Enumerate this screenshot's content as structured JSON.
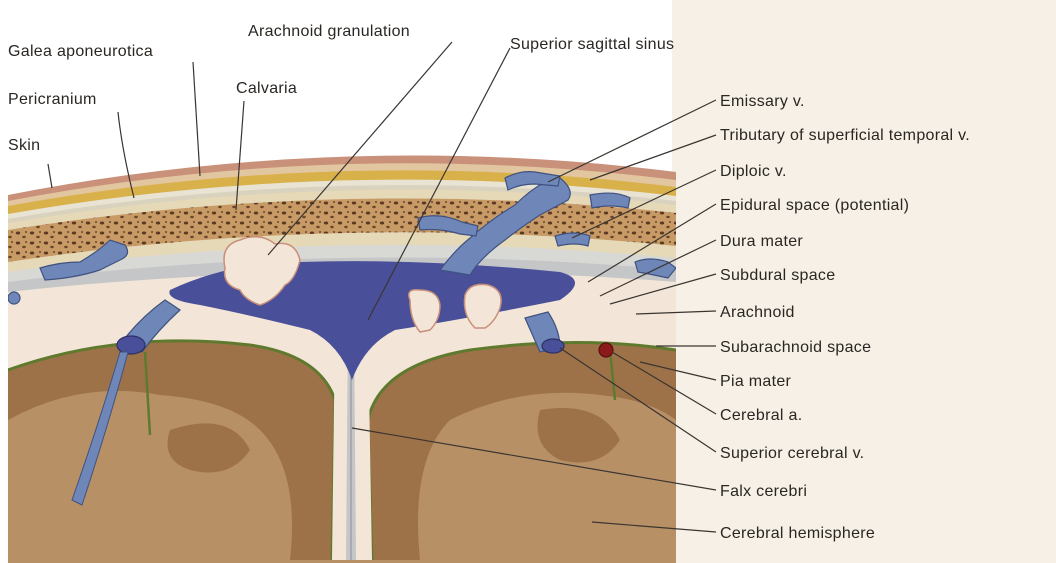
{
  "labels": {
    "galea": "Galea aponeurotica",
    "arachnoid_granulation": "Arachnoid granulation",
    "superior_sagittal_sinus": "Superior sagittal sinus",
    "pericranium": "Pericranium",
    "calvaria": "Calvaria",
    "skin": "Skin",
    "emissary": "Emissary v.",
    "tributary": "Tributary of superficial temporal v.",
    "diploic": "Diploic v.",
    "epidural": "Epidural space (potential)",
    "dura": "Dura mater",
    "subdural": "Subdural space",
    "arachnoid": "Arachnoid",
    "subarachnoid": "Subarachnoid space",
    "pia": "Pia mater",
    "cerebral_a": "Cerebral a.",
    "superior_cerebral_v": "Superior cerebral v.",
    "falx": "Falx cerebri",
    "hemisphere": "Cerebral hemisphere"
  },
  "colors": {
    "skin": "#c9907a",
    "galea": "#d9b14a",
    "pericranium": "#e8e3d2",
    "bone": "#c79a66",
    "bone_pores": "#5a3a22",
    "dura": "#d8d8d4",
    "sinus": "#4a4f9a",
    "veins": "#6f86b8",
    "subarachnoid": "#f3e6d8",
    "cortex": "#9e7248",
    "white_matter": "#b89066",
    "pia": "#5f7a2e",
    "artery": "#8b1a1a",
    "leader": "#3a3530",
    "background_right": "#f3ece0"
  }
}
